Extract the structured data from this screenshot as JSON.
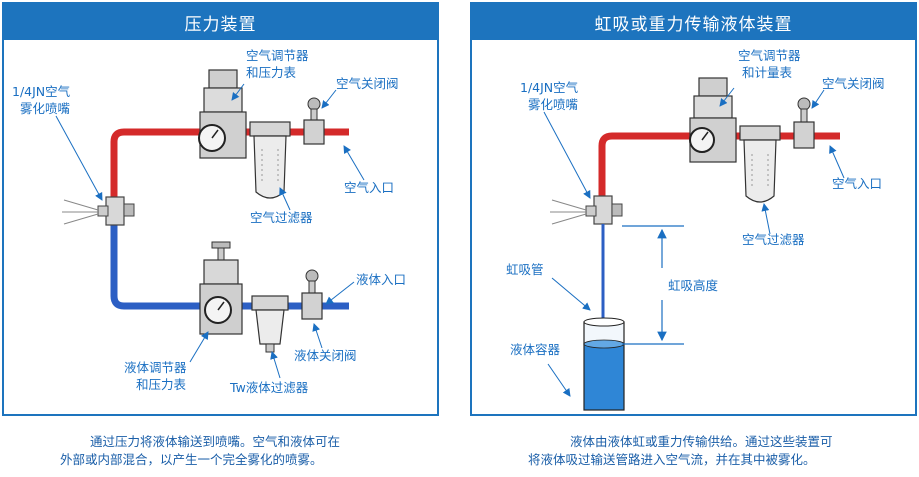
{
  "left_panel": {
    "title": "压力装置",
    "labels": {
      "air_regulator": "空气调节器",
      "pressure_gauge": "和压力表",
      "air_valve": "空气关闭阀",
      "nozzle_line1": "1/4JN空气",
      "nozzle_line2": "雾化喷嘴",
      "air_inlet": "空气入口",
      "air_filter": "空气过滤器",
      "liquid_inlet": "液体入口",
      "liquid_valve": "液体关闭阀",
      "liquid_regulator": "液体调节器",
      "liquid_gauge": "和压力表",
      "tw_filter": "Tw液体过滤器"
    },
    "caption_line1": "通过压力将液体输送到喷嘴。空气和液体可在",
    "caption_line2": "外部或内部混合，以产生一个完全雾化的喷雾。"
  },
  "right_panel": {
    "title": "虹吸或重力传输液体装置",
    "labels": {
      "air_regulator": "空气调节器",
      "flow_meter": "和计量表",
      "air_valve": "空气关闭阀",
      "nozzle_line1": "1/4JN空气",
      "nozzle_line2": "雾化喷嘴",
      "air_inlet": "空气入口",
      "air_filter": "空气过滤器",
      "siphon_tube": "虹吸管",
      "siphon_height": "虹吸高度",
      "liquid_container": "液体容器"
    },
    "caption_line1": "液体由液体虹或重力传输供给。通过这些装置可",
    "caption_line2": "将液体吸过输送管路进入空气流，并在其中被雾化。"
  },
  "colors": {
    "header_blue": "#1d74be",
    "label_blue": "#1a6fc2",
    "air_pipe_red": "#d42a2a",
    "liquid_pipe_blue": "#2c5fc4",
    "fluid_blue": "#2f86d6"
  }
}
